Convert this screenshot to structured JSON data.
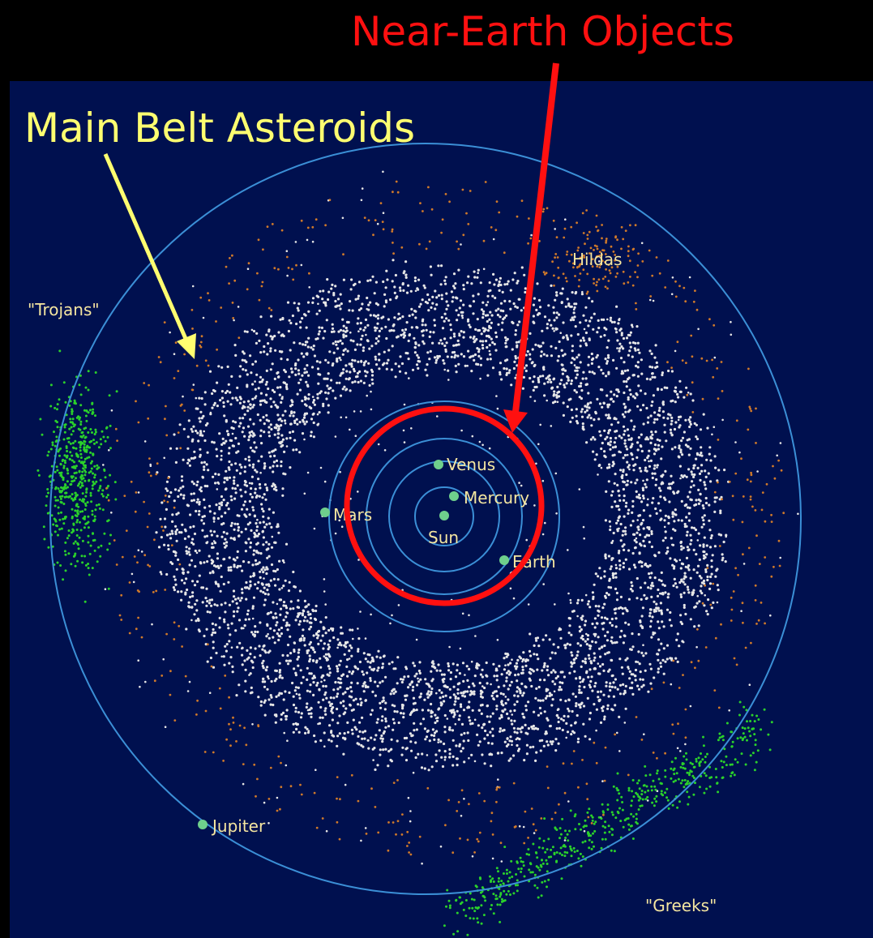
{
  "callouts": {
    "near_earth": {
      "label": "Near-Earth Objects",
      "color": "#ff1010"
    },
    "main_belt": {
      "label": "Main Belt Asteroids",
      "color": "#ffff70"
    }
  },
  "bodies": {
    "sun": "Sun",
    "mercury": "Mercury",
    "venus": "Venus",
    "earth": "Earth",
    "mars": "Mars",
    "jupiter": "Jupiter"
  },
  "groups": {
    "hildas": "Hildas",
    "trojans": "\"Trojans\"",
    "greeks": "\"Greeks\""
  },
  "colors": {
    "background": "#000000",
    "panel": "#00104f",
    "orbit": "#3b8fd6",
    "planet": "#6fd08c",
    "label": "#f5e6a0",
    "main_belt_dots": "#e6e6e6",
    "trojan_greek_dots": "#2bd12b",
    "hilda_dots": "#d07a2a"
  }
}
